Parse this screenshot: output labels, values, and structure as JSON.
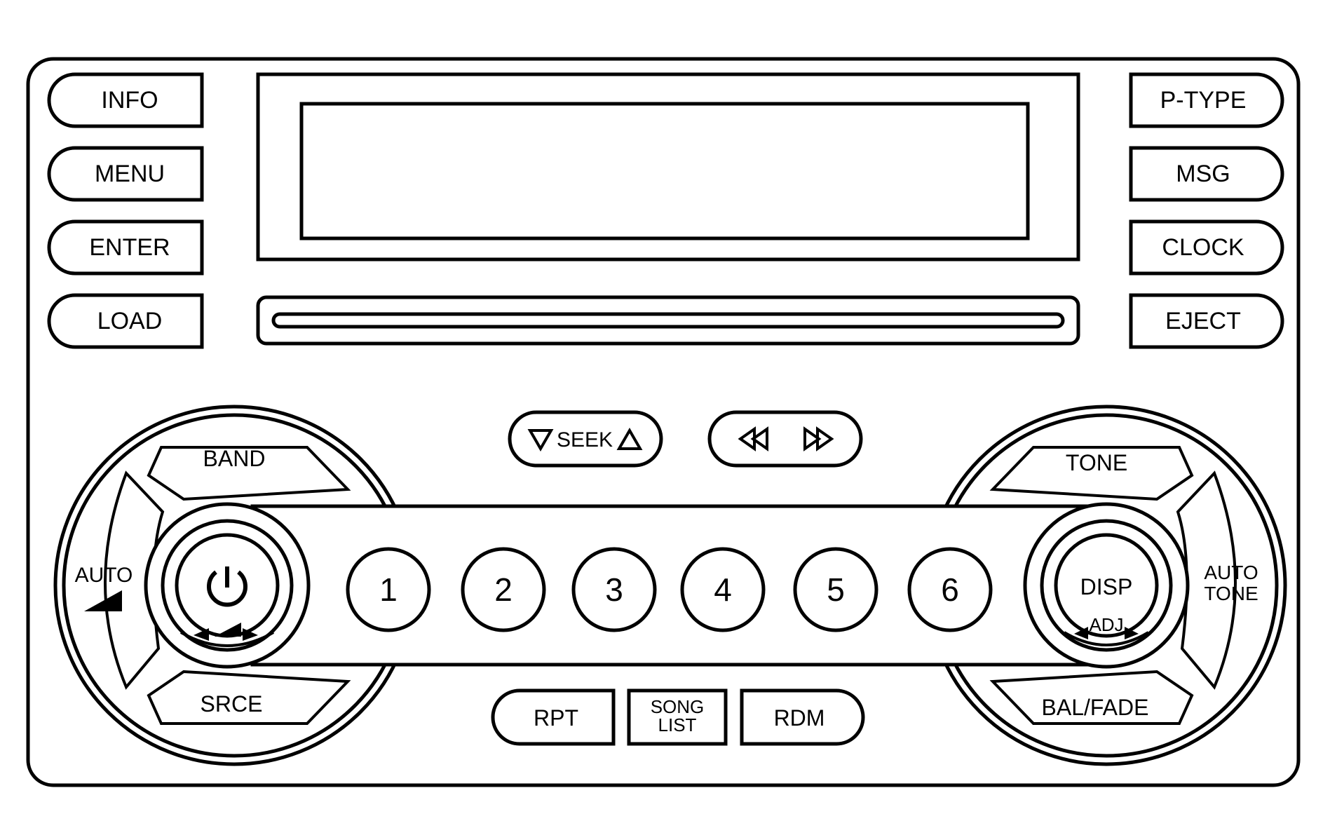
{
  "left_buttons": [
    "INFO",
    "MENU",
    "ENTER",
    "LOAD"
  ],
  "right_buttons": [
    "P-TYPE",
    "MSG",
    "CLOCK",
    "EJECT"
  ],
  "seek": {
    "label": "SEEK"
  },
  "left_knob": {
    "top": "BAND",
    "left_auto": "AUTO",
    "bottom": "SRCE"
  },
  "right_knob": {
    "top": "TONE",
    "right_line1": "AUTO",
    "right_line2": "TONE",
    "bottom": "BAL/FADE",
    "center": "DISP",
    "center_sub": "ADJ"
  },
  "presets": [
    "1",
    "2",
    "3",
    "4",
    "5",
    "6"
  ],
  "bottom_buttons": {
    "rpt": "RPT",
    "song_line1": "SONG",
    "song_line2": "LIST",
    "rdm": "RDM"
  },
  "colors": {
    "line": "#000000",
    "background": "#ffffff"
  }
}
